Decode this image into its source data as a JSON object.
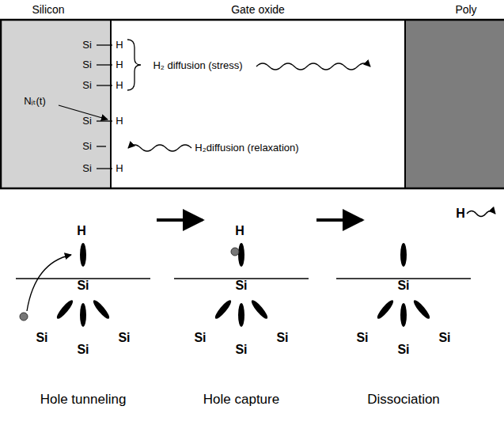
{
  "diagram": {
    "nodes": [
      {
        "text": [
          "Silicon"
        ]
      },
      {
        "text": [
          "Gate oxide"
        ]
      },
      {
        "text": [
          "Poly"
        ]
      }
    ],
    "labels": [
      "Si",
      "Si",
      "Si",
      "Si",
      "Si",
      "Si",
      "H",
      "H",
      "H",
      "H",
      "H",
      "Nᵢₜ(t)",
      "H₂ diffusion (stress)",
      "H₂diffusion (relaxation)",
      "H",
      "Si",
      "Si",
      "Si",
      "Si",
      "H",
      "Si",
      "Si",
      "Si",
      "Si",
      "H",
      "Si",
      "Si",
      "Si",
      "Si",
      "Hole tunneling",
      "Hole capture",
      "Dissociation"
    ]
  }
}
